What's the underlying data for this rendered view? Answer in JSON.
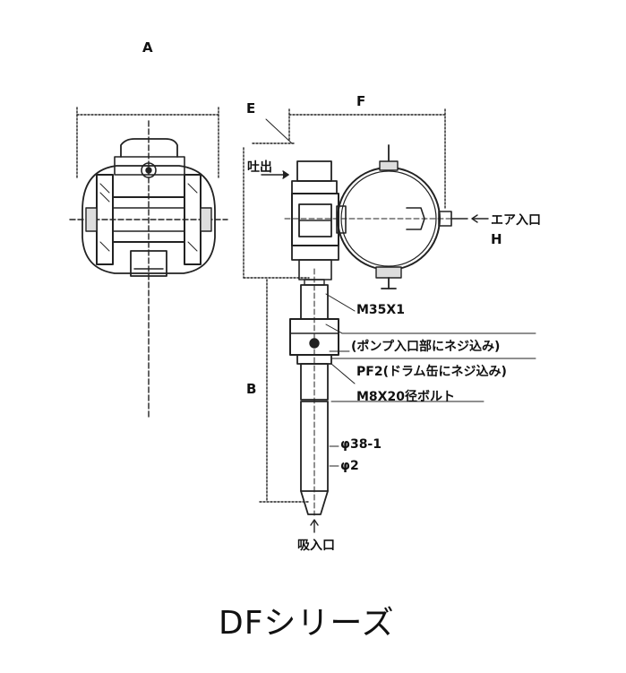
{
  "labels": {
    "A": "A",
    "E": "E",
    "F": "F",
    "B": "B",
    "H": "H",
    "discharge": "吐出",
    "air_inlet": "エア入口",
    "suction_inlet": "吸入口",
    "thread_m35": "M35X1",
    "pump_inlet_note": "(ポンプ入口部にネジ込み)",
    "pf2_note": "PF2(ドラム缶にネジ込み)",
    "bolt_note": "M8X20径ボルト",
    "phi_38": "φ38-1",
    "phi_2": "φ2"
  },
  "title": "DFシリーズ"
}
